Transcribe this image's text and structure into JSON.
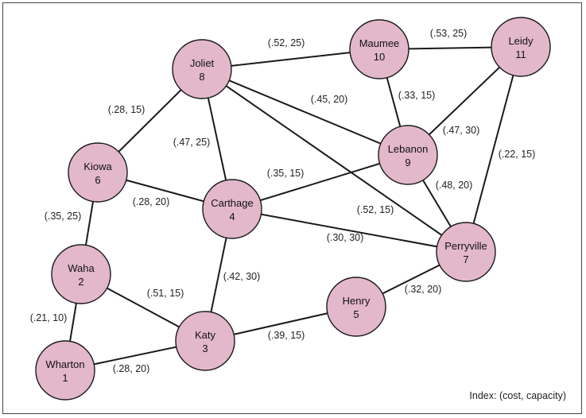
{
  "nodes": [
    {
      "id": "wharton",
      "name": "Wharton",
      "num": "1"
    },
    {
      "id": "waha",
      "name": "Waha",
      "num": "2"
    },
    {
      "id": "katy",
      "name": "Katy",
      "num": "3"
    },
    {
      "id": "carthage",
      "name": "Carthage",
      "num": "4"
    },
    {
      "id": "henry",
      "name": "Henry",
      "num": "5"
    },
    {
      "id": "kiowa",
      "name": "Kiowa",
      "num": "6"
    },
    {
      "id": "perryville",
      "name": "Perryville",
      "num": "7"
    },
    {
      "id": "joliet",
      "name": "Joliet",
      "num": "8"
    },
    {
      "id": "lebanon",
      "name": "Lebanon",
      "num": "9"
    },
    {
      "id": "maumee",
      "name": "Maumee",
      "num": "10"
    },
    {
      "id": "leidy",
      "name": "Leidy",
      "num": "11"
    }
  ],
  "edges": [
    {
      "from": "joliet",
      "to": "maumee",
      "label": "(.52, 25)"
    },
    {
      "from": "maumee",
      "to": "leidy",
      "label": "(.53, 25)"
    },
    {
      "from": "joliet",
      "to": "kiowa",
      "label": "(.28, 15)"
    },
    {
      "from": "joliet",
      "to": "lebanon",
      "label": "(.45, 20)"
    },
    {
      "from": "maumee",
      "to": "lebanon",
      "label": "(.33, 15)"
    },
    {
      "from": "leidy",
      "to": "lebanon",
      "label": "(.47, 30)"
    },
    {
      "from": "joliet",
      "to": "carthage",
      "label": "(.47, 25)"
    },
    {
      "from": "leidy",
      "to": "perryville",
      "label": "(.22, 15)"
    },
    {
      "from": "carthage",
      "to": "lebanon",
      "label": "(.35, 15)"
    },
    {
      "from": "kiowa",
      "to": "carthage",
      "label": "(.28, 20)"
    },
    {
      "from": "lebanon",
      "to": "perryville",
      "label": "(.48, 20)"
    },
    {
      "from": "kiowa",
      "to": "waha",
      "label": "(.35, 25)"
    },
    {
      "from": "joliet",
      "to": "perryville",
      "label": "(.52, 15)"
    },
    {
      "from": "carthage",
      "to": "perryville",
      "label": "(.30, 30)"
    },
    {
      "from": "carthage",
      "to": "katy",
      "label": "(.42, 30)"
    },
    {
      "from": "waha",
      "to": "katy",
      "label": "(.51, 15)"
    },
    {
      "from": "henry",
      "to": "perryville",
      "label": "(.32, 20)"
    },
    {
      "from": "waha",
      "to": "wharton",
      "label": "(.21, 10)"
    },
    {
      "from": "katy",
      "to": "henry",
      "label": "(.39, 15)"
    },
    {
      "from": "wharton",
      "to": "katy",
      "label": "(.28, 20)"
    }
  ],
  "index_text": "Index: (cost, capacity)"
}
